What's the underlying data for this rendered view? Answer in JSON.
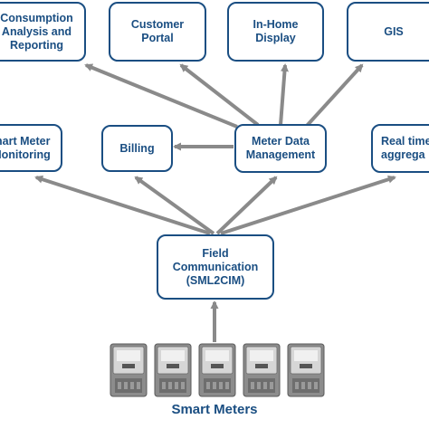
{
  "colors": {
    "accent": "#1a4e82",
    "arrow": "#8a8a8a",
    "background": "#ffffff"
  },
  "nodes": {
    "consumption": "Consumption\nAnalysis and\nReporting",
    "customer_portal": "Customer\nPortal",
    "in_home_display": "In-Home\nDisplay",
    "gis": "GIS",
    "smart_meter_monitoring": "mart Meter\nMonitoring",
    "billing": "Billing",
    "mdm": "Meter Data\nManagement",
    "realtime": "Real time\naggrega",
    "field_comm": "Field\nCommunication\n(SML2CIM)"
  },
  "meters": {
    "count": 5,
    "icon": "smart-meter-icon",
    "label": "Smart Meters"
  }
}
